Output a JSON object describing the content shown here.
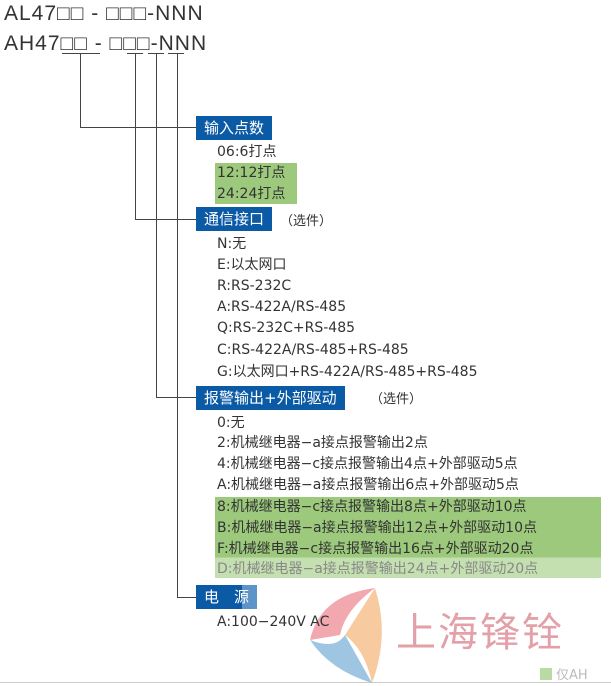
{
  "codes": [
    "AL47□□ - □□□-NNN",
    "AH47□□ - □□□-NNN"
  ],
  "sections": [
    {
      "title": "输入点数",
      "note": "",
      "items": [
        "06:6打点",
        "12:12打点",
        "24:24打点"
      ]
    },
    {
      "title": "通信接口",
      "note": "（选件）",
      "items": [
        "N:无",
        "E:以太网口",
        "R:RS-232C",
        "A:RS-422A/RS-485",
        "Q:RS-232C+RS-485",
        "C:RS-422A/RS-485+RS-485",
        "G:以太网口+RS-422A/RS-485+RS-485"
      ]
    },
    {
      "title": "报警输出+外部驱动",
      "note": "（选件）",
      "items": [
        "0:无",
        "2:机械继电器−a接点报警输出2点",
        "4:机械继电器−c接点报警输出4点+外部驱动5点",
        "A:机械继电器−a接点报警输出6点+外部驱动5点",
        "8:机械继电器−c接点报警输出8点+外部驱动10点",
        "B:机械继电器−a接点报警输出12点+外部驱动10点",
        "F:机械继电器−c接点报警输出16点+外部驱动20点",
        "D:机械继电器−a接点报警输出24点+外部驱动20点"
      ]
    },
    {
      "title": "电　源",
      "note": "",
      "items": [
        "A:100−240V AC"
      ]
    }
  ],
  "watermark": "上海锋铨",
  "legend": "仅AH",
  "colors": {
    "box": "#0b5aa5",
    "highlight": "#9cc97c"
  }
}
